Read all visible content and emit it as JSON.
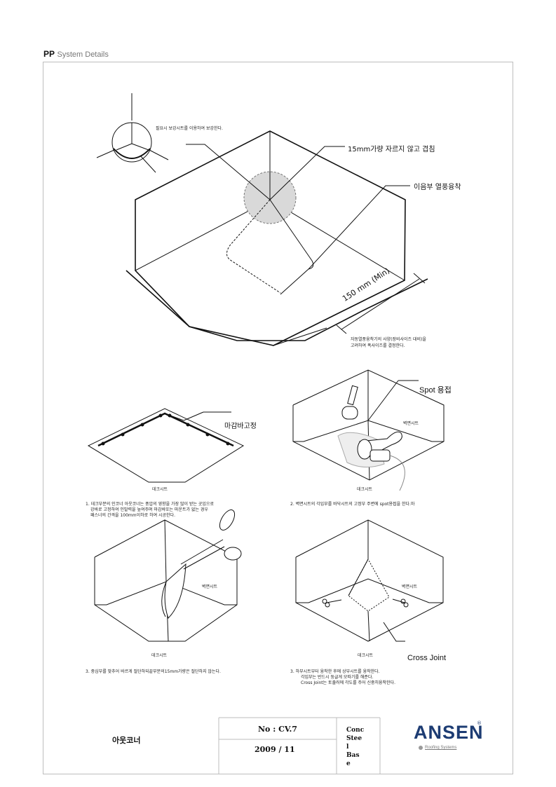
{
  "header": {
    "brand": "PP",
    "subtitle": "System Details"
  },
  "top": {
    "note_small": "필요시 보강시트를 이용하여 보강한다.",
    "callout_overlap": "15mm가량 자르지 않고 겹침",
    "callout_weld": "이음부 열풍융착",
    "dimension": "150 mm (Min)",
    "note_machine_line1": "자동열풍융착기의 사양(장비사이즈 대비)을",
    "note_machine_line2": "고려하여 폭사이즈를 결정한다."
  },
  "step1": {
    "callout": "마감바고정",
    "deck_label": "데크시트",
    "caption_line1": "1. 데크부분의 인코너 아웃코너는 풍압의 영향을 가장 많이 받는 곳임으로",
    "caption_line2": "강바로 고정하여 인발력을 높여주며 마감바또는 마운트가 없는 경우",
    "caption_line3": "패스너의 간격을 100mm이하로 하여 시공한다."
  },
  "step2": {
    "callout": "Spot 용접",
    "wall_label": "벽면시트",
    "deck_label": "데크시트",
    "caption": "2. 벽면시트의 각입부를 바닥시트의 고정부 주변에 spot용접을 한다.마"
  },
  "step3": {
    "wall_label": "벽면시트",
    "deck_label": "데크시트",
    "caption": "3. 중심부를 맞추어 바르게 절단하되끝부분의15mm가량은 절단하지 않는다."
  },
  "step4": {
    "wall_label": "벽면시트",
    "deck_label": "데크시트",
    "callout": "Cross Joint",
    "caption_line1": "3. 하부시트부터 융착한 후에 상부시트를 융착한다.",
    "caption_line2": "각입부는 반드시 둥글게 모따기를 해준다.",
    "caption_line3": "Cross Joint는 토출러에 각도를 주어 신중히융착한다."
  },
  "footer": {
    "title": "아웃코너",
    "number": "No : CV.7",
    "date": "2009 / 11",
    "substrate": [
      "Conc",
      "Stee",
      "l",
      "Bas",
      "e"
    ],
    "logo": "ANSEN",
    "logo_mark": "®",
    "logo_tagline": "Roofing Systems"
  }
}
